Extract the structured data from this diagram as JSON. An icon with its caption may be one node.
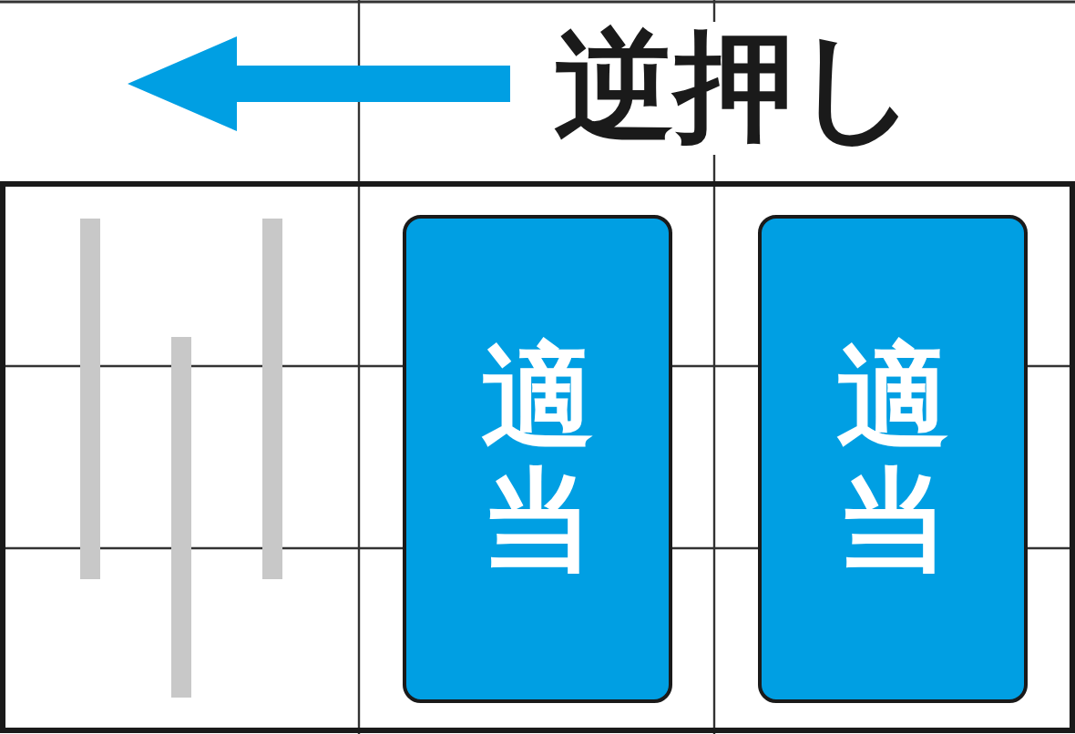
{
  "diagram": {
    "nodes": [
      {
        "text": [
          "適当"
        ]
      },
      {
        "text": [
          "適当"
        ]
      }
    ],
    "labels": [
      "逆押し"
    ]
  }
}
